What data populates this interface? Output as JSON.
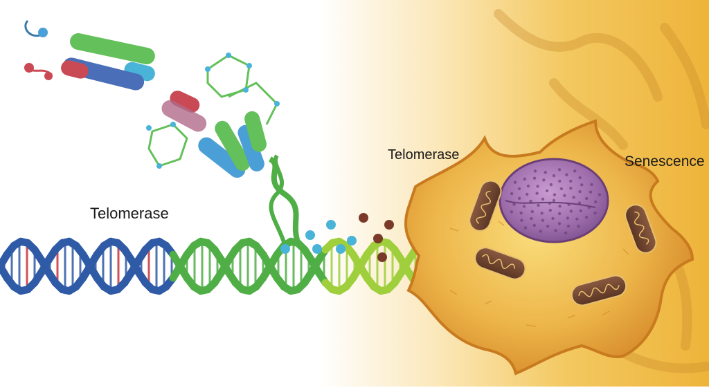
{
  "labels": {
    "telomerase_left": "Telomerase",
    "telomerase_mid": "Telomerase",
    "senescence": "Senescence"
  },
  "colors": {
    "dna_blue": "#2f5aa6",
    "dna_green": "#4fae46",
    "dna_lime": "#9fcf3c",
    "rung_red": "#c8323a",
    "protein_green": "#63c05a",
    "protein_blue": "#4a9fd6",
    "protein_red": "#c94a54",
    "cell_body": "#e8a43a",
    "cell_edge": "#c87a1e",
    "nucleus": "#a87ab8",
    "background_warm": "#f3c24a"
  },
  "icons": [
    "dna-helix-icon",
    "protein-icon",
    "cell-icon",
    "nucleus-icon",
    "mitochondrion-icon"
  ]
}
